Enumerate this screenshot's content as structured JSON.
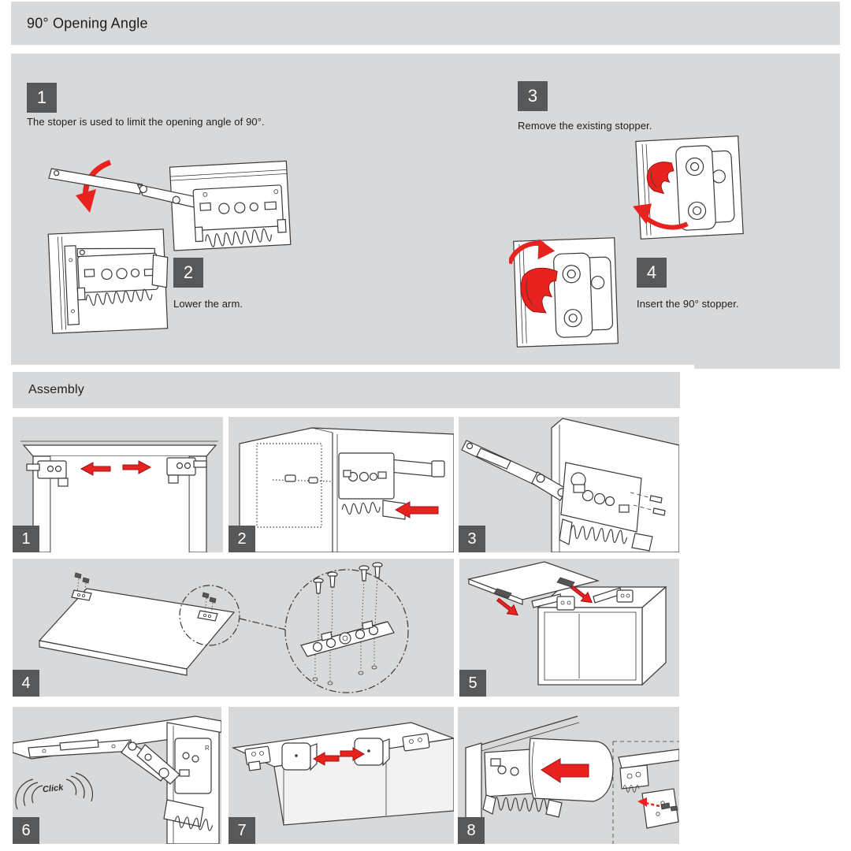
{
  "header": {
    "title": "90° Opening Angle"
  },
  "colors": {
    "panel_bg": "#d8d9da",
    "badge_bg": "#57585a",
    "accent_red": "#e8231f",
    "line_art": "#3a3a3a",
    "text": "#1d1d1b"
  },
  "stopper_section": {
    "steps": [
      {
        "num": "1",
        "text": "The stoper is used to limit the opening angle of 90°."
      },
      {
        "num": "2",
        "text": "Lower the arm."
      },
      {
        "num": "3",
        "text": "Remove the existing stopper."
      },
      {
        "num": "4",
        "text": "Insert the 90° stopper."
      }
    ]
  },
  "assembly_section": {
    "title": "Assembly",
    "steps": [
      {
        "num": "1"
      },
      {
        "num": "2"
      },
      {
        "num": "3"
      },
      {
        "num": "4"
      },
      {
        "num": "5"
      },
      {
        "num": "6"
      },
      {
        "num": "7"
      },
      {
        "num": "8"
      }
    ],
    "click_label": "Click",
    "part_marking": "R"
  }
}
